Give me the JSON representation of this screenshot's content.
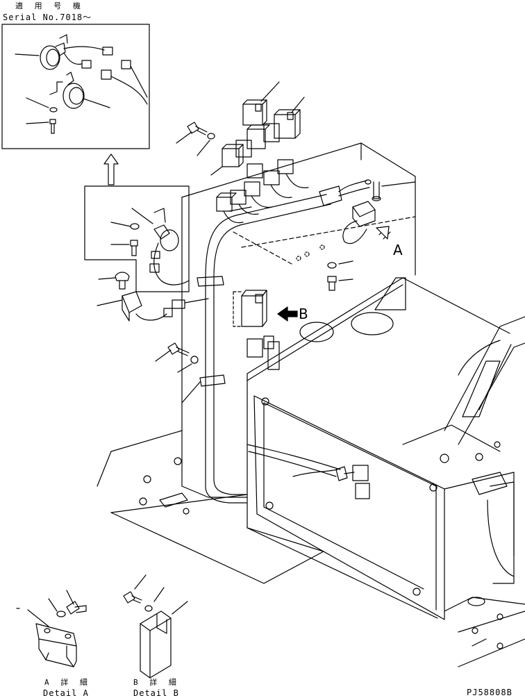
{
  "header": {
    "applicable_jp": "適 用 号 機",
    "serial_label": "Serial No.7018～"
  },
  "callouts": {
    "a": "A",
    "b": "B"
  },
  "details": {
    "a_jp": "A 詳 細",
    "a_en": "Detail A",
    "b_jp": "B 詳 細",
    "b_en": "Detail B"
  },
  "drawing_code": "PJ58808B"
}
